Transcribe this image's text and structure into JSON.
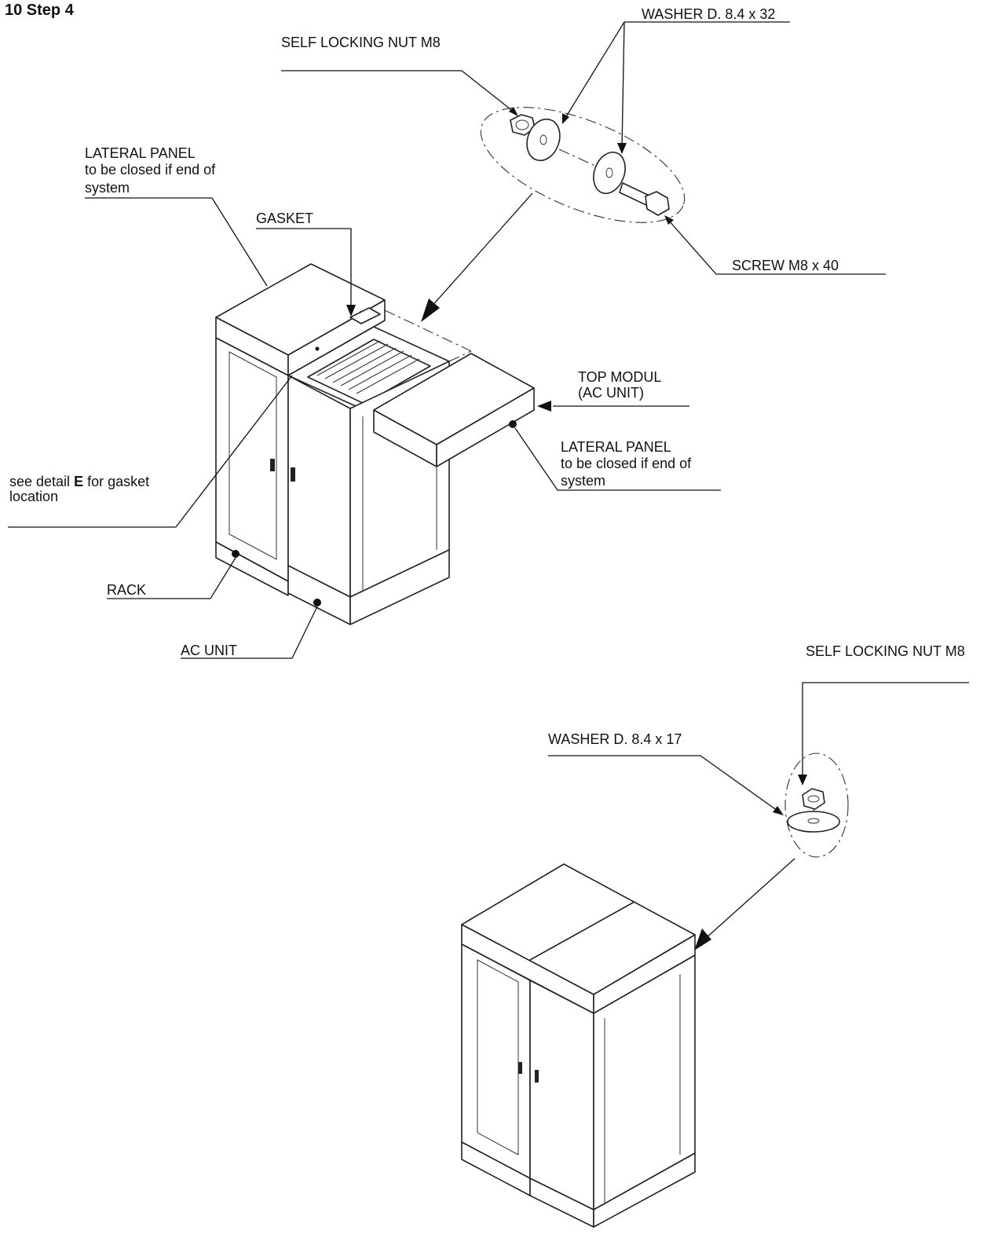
{
  "title": "10 Step 4",
  "labels": {
    "washer_32": "WASHER D. 8.4 x 32",
    "nut_top": "SELF LOCKING NUT M8",
    "lateral_panel_1": [
      "LATERAL PANEL",
      "to be closed if end of",
      "system"
    ],
    "gasket": "GASKET",
    "screw": "SCREW M8 x 40",
    "top_modul": [
      "TOP MODUL",
      "(AC UNIT)"
    ],
    "lateral_panel_2": [
      "LATERAL PANEL",
      "to be closed if end of",
      "system"
    ],
    "see_detail": {
      "prefix": "see detail ",
      "bold": "E",
      "suffix": " for gasket",
      "line2": "location"
    },
    "rack": "RACK",
    "ac_unit": "AC UNIT",
    "nut_bottom": "SELF LOCKING NUT M8",
    "washer_17": "WASHER D. 8.4 x 17"
  }
}
